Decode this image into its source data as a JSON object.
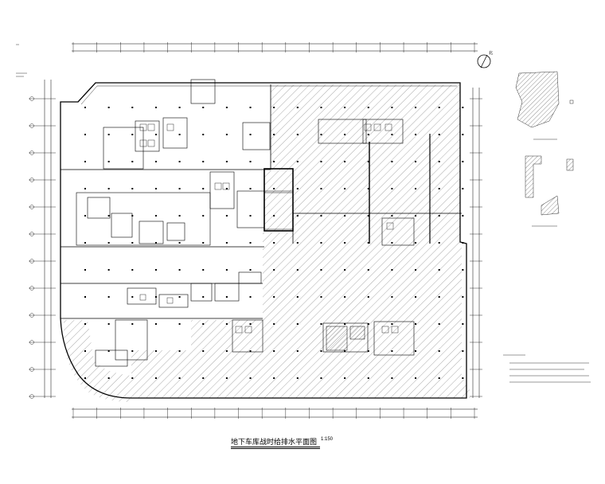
{
  "title": {
    "text": "地下车库战时给排水平面图",
    "scale": "1:150"
  },
  "north_label": "北",
  "colors": {
    "line": "#000000",
    "hatch": "#444444",
    "background": "#ffffff"
  },
  "grid": {
    "column_count": 18,
    "row_count": 12
  }
}
